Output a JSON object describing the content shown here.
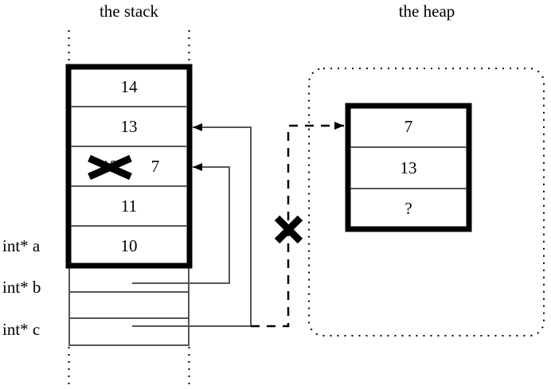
{
  "diagram": {
    "stack": {
      "title": "the stack",
      "cells": [
        {
          "value": "14"
        },
        {
          "value": "13"
        },
        {
          "value": "7",
          "struck_value": "12",
          "struck": true
        },
        {
          "value": "11"
        },
        {
          "value": "10"
        }
      ],
      "pointer_slots": [
        {
          "label": "int* a"
        },
        {
          "label": "int* b"
        },
        {
          "label": "int* c"
        }
      ]
    },
    "heap": {
      "title": "the heap",
      "cells": [
        {
          "value": "7"
        },
        {
          "value": "13"
        },
        {
          "value": "?"
        }
      ]
    },
    "marks": {
      "crossed_out_stack_value": "12",
      "severed_pointer_mark": "X"
    },
    "colors": {
      "ink": "#000000",
      "background": "#ffffff",
      "thin_line": "#555555"
    }
  }
}
